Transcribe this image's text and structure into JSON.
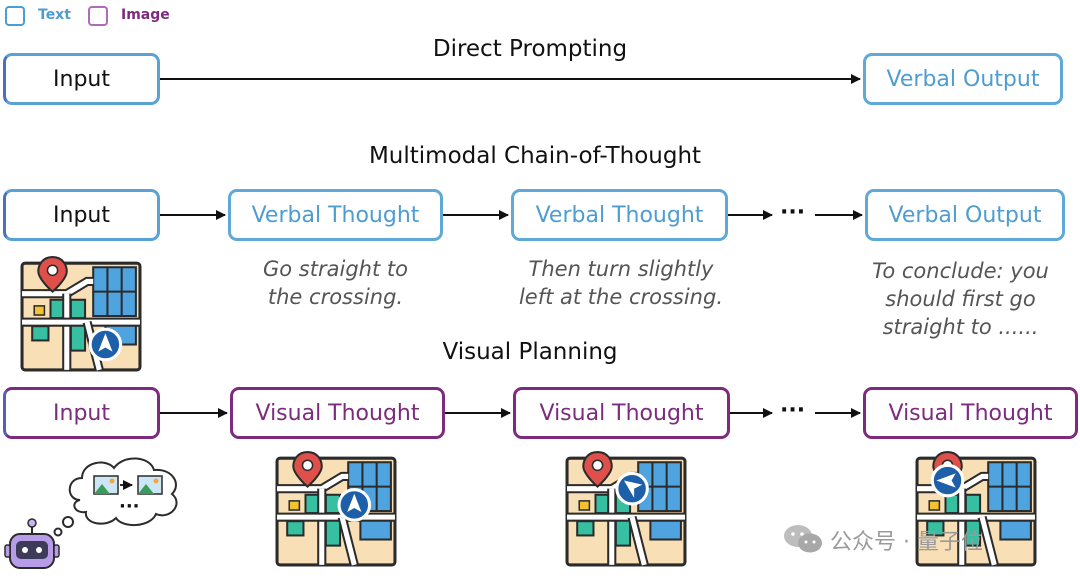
{
  "legend": {
    "text_label": "Text",
    "image_label": "Image",
    "text_color": "#4e9dd1",
    "image_color": "#7d2b7e"
  },
  "sections": {
    "direct": {
      "title": "Direct Prompting",
      "input": "Input",
      "output": "Verbal Output"
    },
    "mcot": {
      "title": "Multimodal Chain-of-Thought",
      "input": "Input",
      "thought_1": "Verbal Thought",
      "thought_2": "Verbal Thought",
      "ellipsis": "···",
      "output": "Verbal Output",
      "caption_1": [
        "Go straight to",
        "the crossing."
      ],
      "caption_2": [
        "Then turn slightly",
        "left at the crossing."
      ],
      "caption_3": [
        "To conclude: you",
        "should first go",
        "straight to ......"
      ]
    },
    "visual": {
      "title": "Visual Planning",
      "input": "Input",
      "thought_1": "Visual Thought",
      "thought_2": "Visual Thought",
      "ellipsis": "···",
      "thought_3": "Visual Thought",
      "thought_bubble_ellipsis": "···"
    }
  },
  "watermark": "公众号 · 量子位",
  "colors": {
    "map_bg": "#f8dfb5",
    "road": "#ffffff",
    "block_blue": "#4fa3df",
    "block_green": "#36bfa0",
    "pin": "#e0504a",
    "nav_marker": "#1d5fa8",
    "outline": "#2b2b2b"
  }
}
